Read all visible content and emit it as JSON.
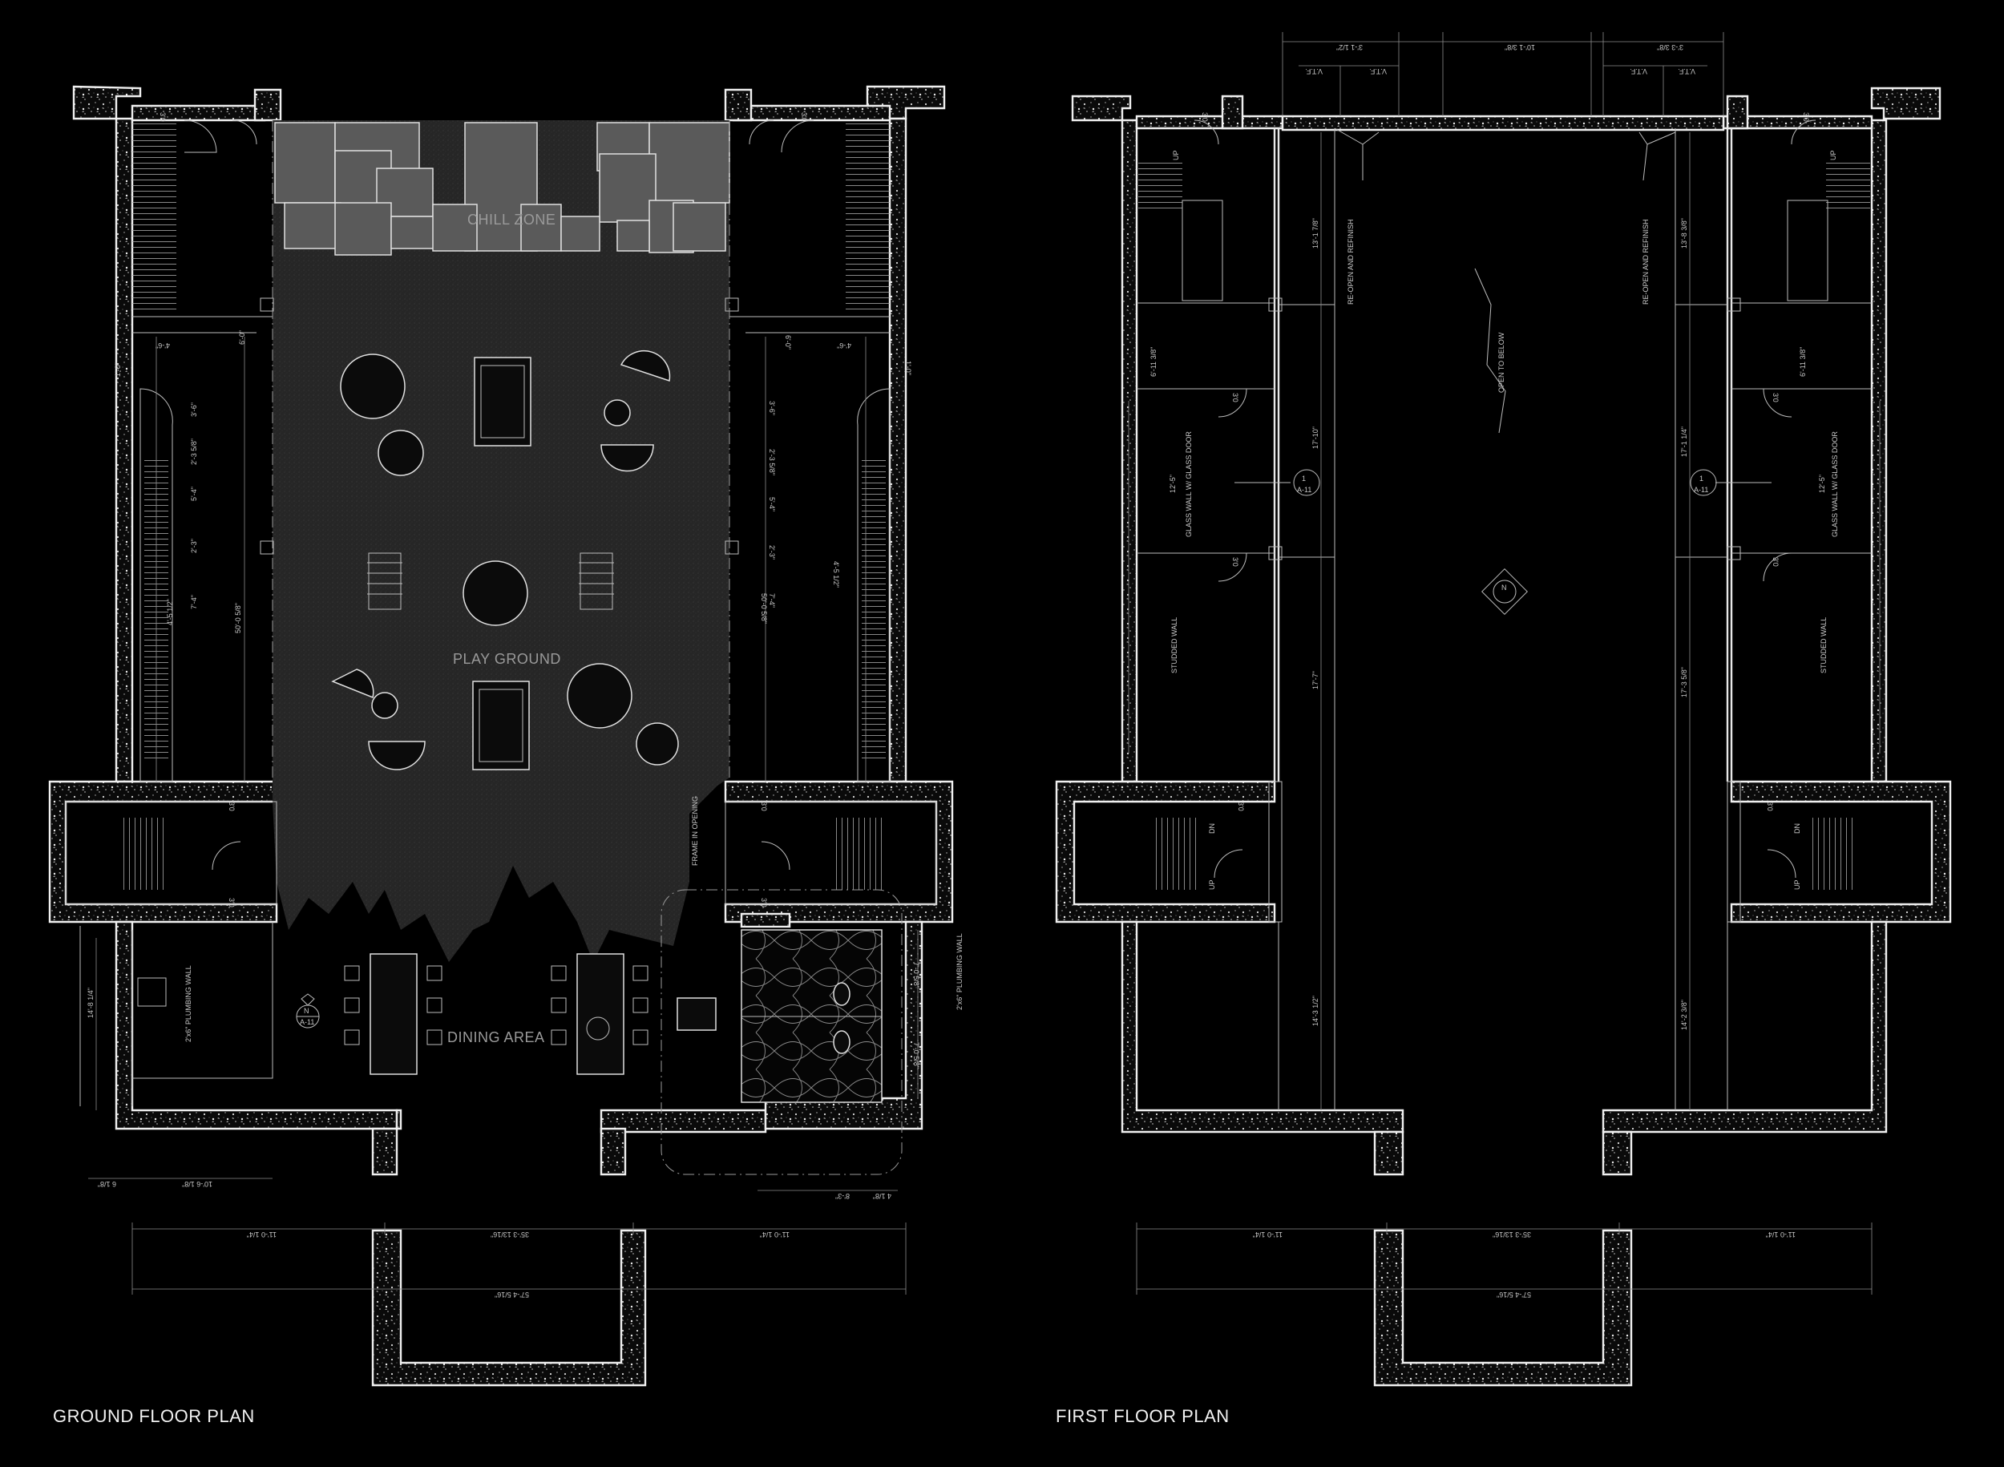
{
  "drawing_sheet": {
    "ground_floor": {
      "title": "GROUND FLOOR PLAN",
      "room_labels": {
        "chill_zone": "CHILL ZONE",
        "playground": "PLAY GROUND",
        "dining": "DINING AREA",
        "frame_note": "FRAME IN OPENING",
        "plumbing_left": "2'x6\" PLUMBING WALL",
        "plumbing_right": "2'x6\" PLUMBING WALL"
      },
      "dimensions": {
        "overall_width": "57'-4 5/16\"",
        "center_bay": "35'-3 13/16\"",
        "side_bay_left": "11'-0 1/4\"",
        "side_bay_right": "11'-0 1/4\"",
        "left_depth": "14'-8 1/4\"",
        "left_offset": "10'-6 1/8\"",
        "left_small": "6 1/8\"",
        "right_small": "4 1/8\"",
        "right_bath": "8'-3\"",
        "bath_upper": "7'-0 5/8\"",
        "bath_lower": "7'-0 5/8\"",
        "door_30": "3'0",
        "side_a": "6'-0\"",
        "side_b": "4'-6\"",
        "side_c": "3'-6\"",
        "side_d": "1'-0\"",
        "side_e": "2'-3\"",
        "side_f": "5'-4\"",
        "side_g": "7'-4\"",
        "side_h": "4'-5 1/2\"",
        "side_i": "2'-3 5/8\"",
        "side_j": "50'-0 5/8\""
      },
      "section_tag": {
        "top": "N",
        "bottom": "A-11"
      }
    },
    "first_floor": {
      "title": "FIRST FLOOR PLAN",
      "room_labels": {
        "open_below": "OPEN TO BELOW",
        "reopen_left": "RE-OPEN AND REFINISH",
        "reopen_right": "RE-OPEN AND REFINISH",
        "glass_left": "GLASS WALL W/ GLASS DOOR",
        "glass_right": "GLASS WALL W/ GLASS DOOR",
        "stud_left": "STUDDED WALL",
        "stud_right": "STUDDED WALL"
      },
      "dimensions": {
        "overall_width": "57'-4 5/16\"",
        "center_bay": "35'-3 13/16\"",
        "side_bay_left": "11'-0 1/4\"",
        "side_bay_right": "11'-0 1/4\"",
        "top_center": "10'-1 3/8\"",
        "top_left": "3'-1 1/2\"",
        "top_right": "3'-3 3/8\"",
        "vtf": "V.T.F.",
        "left_1": "13'-1 7/8\"",
        "left_2": "17'-10\"",
        "left_3": "17'-7\"",
        "left_4": "14'-3 1/2\"",
        "right_1": "13'-8 3/8\"",
        "right_2": "17'-1 1/4\"",
        "right_3": "17'-3 5/8\"",
        "right_4": "14'-2 3/8\"",
        "room_a": "6'-11 3/8\"",
        "room_b": "12'-5\"",
        "door_30": "3'0",
        "up": "UP",
        "dn": "DN"
      },
      "section_tag": {
        "top": "1",
        "bottom": "A-11"
      },
      "north_tag": "N"
    }
  },
  "colors": {
    "background": "#000000",
    "linework": "#e8e8e8",
    "poche": "#d9d9d9",
    "carpet": "#2e2e2e",
    "chill_blocks": "#5a5a5a",
    "caption": "#f2f2f2"
  }
}
